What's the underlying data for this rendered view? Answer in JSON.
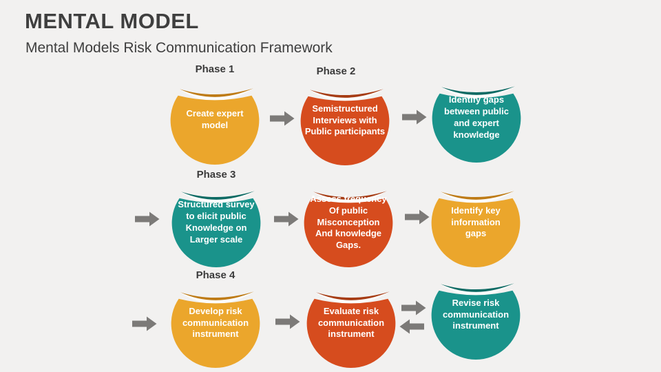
{
  "slide": {
    "title": "MENTAL MODEL",
    "subtitle": "Mental Models Risk Communication Framework"
  },
  "colors": {
    "background": "#F2F1F0",
    "title_text": "#3F3F3F",
    "phase_label_text": "#3B3B3B",
    "node_text": "#FFFFFF",
    "arrow": "#7C7A78",
    "amber": "#EBA62C",
    "amber_dark_arc": "#BE7B16",
    "orange_red": "#D64C1E",
    "orange_red_dark_arc": "#A63C14",
    "teal": "#1A938B",
    "teal_dark_arc": "#0E6B64",
    "crescent_highlight": "#FCFCFB"
  },
  "phases": [
    {
      "label": "Phase 1"
    },
    {
      "label": "Phase 2"
    },
    {
      "label": "Phase 3"
    },
    {
      "label": "Phase 4"
    }
  ],
  "nodes": [
    {
      "text": "Create expert\nmodel",
      "color": "amber"
    },
    {
      "text": "Semistructured\nInterviews with\nPublic participants",
      "color": "orange_red"
    },
    {
      "text": "Identify gaps\nbetween public\nand expert\nknowledge",
      "color": "teal"
    },
    {
      "text": "Structured survey\nto elicit public\nKnowledge on\nLarger scale",
      "color": "teal"
    },
    {
      "text": "Assess frequency\nOf public\nMisconception\nAnd knowledge\nGaps.",
      "color": "orange_red"
    },
    {
      "text": "Identify key\ninformation\ngaps",
      "color": "amber"
    },
    {
      "text": "Develop risk\ncommunication\ninstrument",
      "color": "amber"
    },
    {
      "text": "Evaluate risk\ncommunication\ninstrument",
      "color": "orange_red"
    },
    {
      "text": "Revise risk\ncommunication\ninstrument",
      "color": "teal"
    }
  ],
  "arrows": [
    {
      "row": 1,
      "direction": "right",
      "between": "node 1 and node 2"
    },
    {
      "row": 1,
      "direction": "right",
      "between": "node 2 and node 3"
    },
    {
      "row": 2,
      "direction": "right",
      "between": "left margin and node 4"
    },
    {
      "row": 2,
      "direction": "right",
      "between": "node 4 and node 5"
    },
    {
      "row": 2,
      "direction": "right",
      "between": "node 5 and node 6"
    },
    {
      "row": 3,
      "direction": "right",
      "between": "left margin and node 7"
    },
    {
      "row": 3,
      "direction": "right",
      "between": "node 7 and node 8"
    },
    {
      "row": 3,
      "direction": "right",
      "between": "node 8 and node 9"
    },
    {
      "row": 3,
      "direction": "left",
      "between": "node 9 and node 8"
    }
  ]
}
